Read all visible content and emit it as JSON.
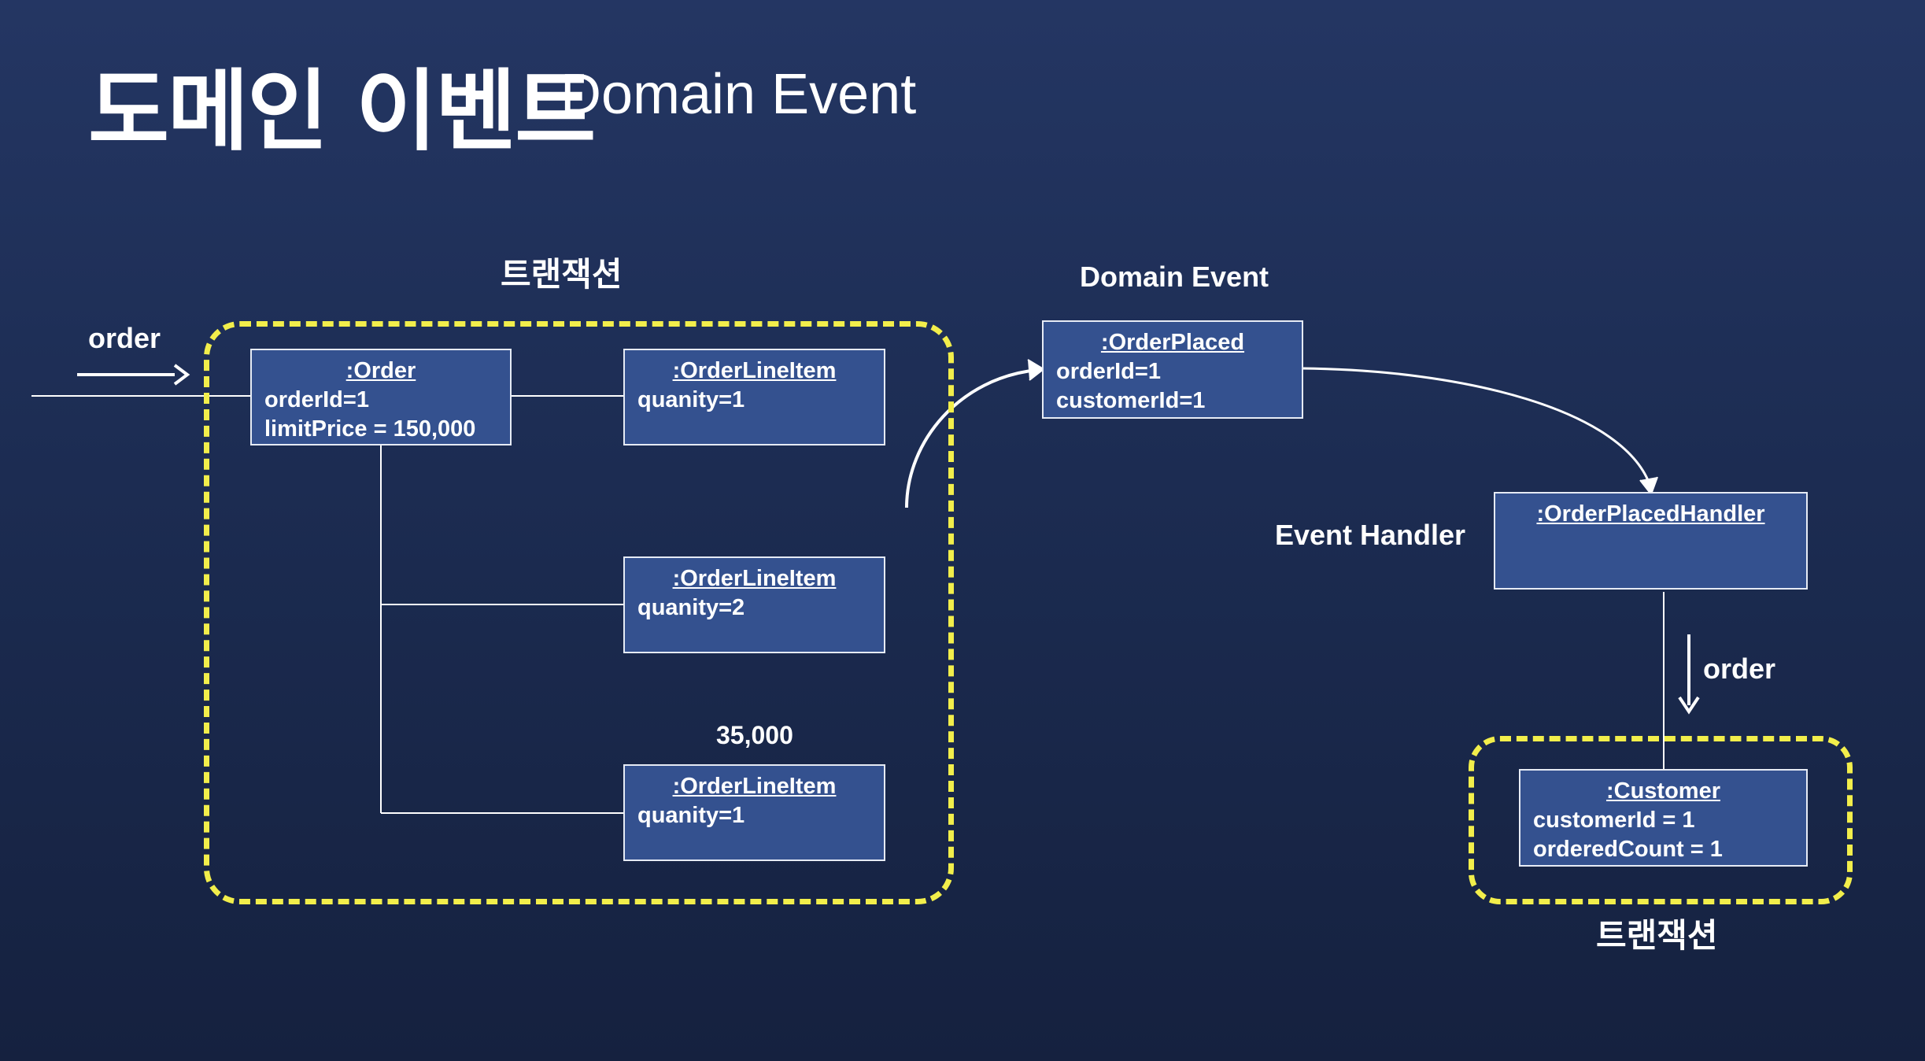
{
  "title": {
    "korean": "도메인 이벤트",
    "english": "Domain Event"
  },
  "transaction_labels": {
    "left": "트랜잭션",
    "right": "트랜잭션"
  },
  "labels": {
    "order_in": "order",
    "domain_event": "Domain Event",
    "event_handler": "Event Handler",
    "order_down": "order",
    "price": "35,000"
  },
  "objects": {
    "order": {
      "title": ":Order",
      "lines": [
        "orderId=1",
        "limitPrice = 150,000"
      ]
    },
    "line_item_1": {
      "title": ":OrderLineItem",
      "lines": [
        "quanity=1"
      ]
    },
    "line_item_2": {
      "title": ":OrderLineItem",
      "lines": [
        "quanity=2"
      ]
    },
    "line_item_3": {
      "title": ":OrderLineItem",
      "lines": [
        "quanity=1"
      ]
    },
    "order_placed": {
      "title": ":OrderPlaced",
      "lines": [
        "orderId=1",
        "customerId=1"
      ]
    },
    "handler": {
      "title": ":OrderPlacedHandler",
      "lines": []
    },
    "customer": {
      "title": ":Customer",
      "lines": [
        "customerId = 1",
        "orderedCount = 1"
      ]
    }
  },
  "colors": {
    "background": "#1c2c52",
    "box_fill": "#34518f",
    "transaction_border": "#f2ee4b",
    "line": "#ffffff"
  }
}
